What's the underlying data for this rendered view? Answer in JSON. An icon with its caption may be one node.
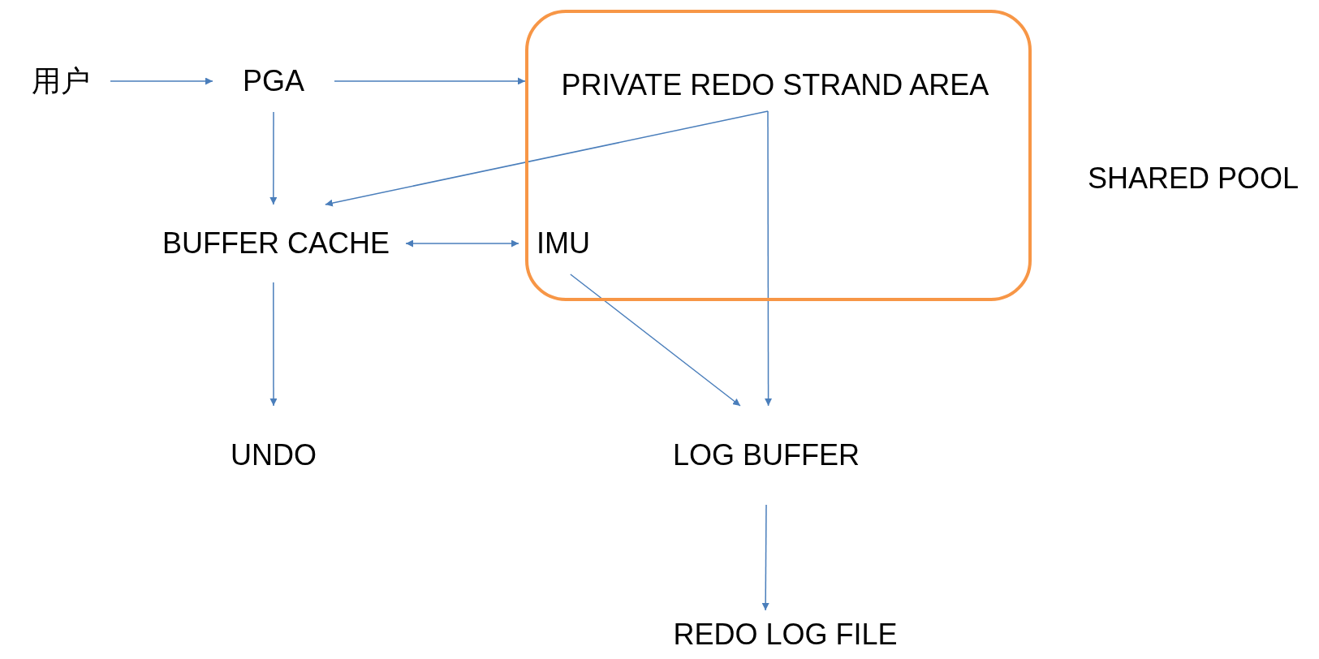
{
  "diagram": {
    "nodes": [
      {
        "text": [
          "用户"
        ]
      },
      {
        "text": [
          "PGA"
        ]
      },
      {
        "text": [],
        "shape": "box"
      },
      {
        "text": [
          "PRIVATE REDO STRAND AREA"
        ],
        "in": 2
      },
      {
        "text": [
          "BUFFER CACHE"
        ]
      },
      {
        "text": [
          "IMU"
        ],
        "in": 2
      },
      {
        "text": [
          "UNDO"
        ]
      },
      {
        "text": [
          "LOG BUFFER"
        ]
      },
      {
        "text": [
          "REDO LOG FILE"
        ]
      }
    ],
    "edges": [
      {
        "from": 0,
        "to": 1,
        "arrow": "to"
      },
      {
        "from": 1,
        "to": 2,
        "arrow": "to"
      },
      {
        "from": 1,
        "to": 4,
        "arrow": "to"
      },
      {
        "from": 3,
        "to": 4,
        "arrow": "to"
      },
      {
        "from": 3,
        "to": 7,
        "arrow": "to"
      },
      {
        "from": 4,
        "to": 5,
        "arrow": "both"
      },
      {
        "from": 4,
        "to": 6,
        "arrow": "to"
      },
      {
        "from": 5,
        "to": 7,
        "arrow": "to"
      },
      {
        "from": 7,
        "to": 8,
        "arrow": "to"
      }
    ],
    "labels": [
      "SHARED POOL"
    ]
  }
}
